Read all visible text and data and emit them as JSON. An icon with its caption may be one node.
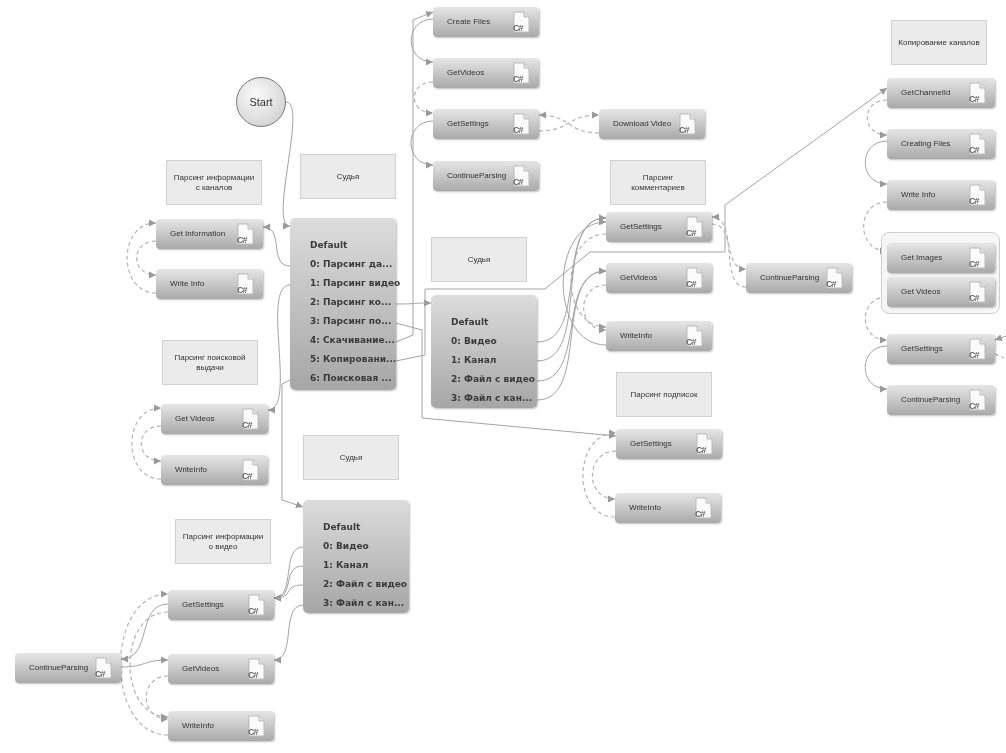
{
  "diagram": {
    "nodes": [
      {
        "text": [
          "Start"
        ]
      },
      {
        "text": [
          "Судья"
        ]
      },
      {
        "text": [
          "Парсинг информации с каналов"
        ]
      },
      {
        "text": [
          "Get Information",
          "C#"
        ]
      },
      {
        "text": [
          "Write Info",
          "C#"
        ]
      },
      {
        "text": [
          "Default",
          "0: Парсинг да...",
          "1: Парсинг видео",
          "2: Парсинг ко...",
          "3: Парсинг по...",
          "4: Скачивание...",
          "5: Копировани...",
          "6: Поисковая ..."
        ]
      },
      {
        "text": [
          "Парсинг поисковой выдачи"
        ]
      },
      {
        "text": [
          "Get Videos",
          "C#"
        ]
      },
      {
        "text": [
          "WriteInfo",
          "C#"
        ]
      },
      {
        "text": [
          "Судья"
        ]
      },
      {
        "text": [
          "Default",
          "0: Видео",
          "1: Канал",
          "2: Файл с видео",
          "3: Файл с кан..."
        ]
      },
      {
        "text": [
          "Парсинг информации о видео"
        ]
      },
      {
        "text": [
          "GetSettings",
          "C#"
        ]
      },
      {
        "text": [
          "ContinueParsing",
          "C#"
        ]
      },
      {
        "text": [
          "GetVideos",
          "C#"
        ]
      },
      {
        "text": [
          "WriteInfo",
          "C#"
        ]
      },
      {
        "text": [
          "Create Files",
          "C#"
        ]
      },
      {
        "text": [
          "GetVideos",
          "C#"
        ]
      },
      {
        "text": [
          "GetSettings",
          "C#"
        ]
      },
      {
        "text": [
          "Download Video",
          "C#"
        ]
      },
      {
        "text": [
          "ContinueParsing",
          "C#"
        ]
      },
      {
        "text": [
          "Судья"
        ]
      },
      {
        "text": [
          "Default",
          "0: Видео",
          "1: Канал",
          "2: Файл с видео",
          "3: Файл с кан..."
        ]
      },
      {
        "text": [
          "Парсинг комментариев"
        ]
      },
      {
        "text": [
          "GetSettings",
          "C#"
        ]
      },
      {
        "text": [
          "GetVideos",
          "C#"
        ]
      },
      {
        "text": [
          "WriteInfo",
          "C#"
        ]
      },
      {
        "text": [
          "ContinueParsing",
          "C#"
        ]
      },
      {
        "text": [
          "Парсинг подписок"
        ]
      },
      {
        "text": [
          "GetSettings",
          "C#"
        ]
      },
      {
        "text": [
          "WriteInfo",
          "C#"
        ]
      },
      {
        "text": [
          "Копирование каналов"
        ]
      },
      {
        "text": [
          "GetChannelId",
          "C#"
        ]
      },
      {
        "text": [
          "Creating Files",
          "C#"
        ]
      },
      {
        "text": [
          "Write Info",
          "C#"
        ]
      },
      {
        "text": [],
        "shape": "box"
      },
      {
        "text": [
          "Get Images",
          "C#"
        ],
        "in": 35
      },
      {
        "text": [
          "Get Videos",
          "C#"
        ],
        "in": 35
      },
      {
        "text": [
          "GetSettings",
          "C#"
        ]
      },
      {
        "text": [
          "ContinueParsing",
          "C#"
        ]
      }
    ],
    "edges": [
      {
        "from": 0,
        "to": 5,
        "arrow": "to"
      },
      {
        "from": 5,
        "to": 3,
        "arrow": "to"
      },
      {
        "from": 3,
        "to": 4,
        "arrow": "to",
        "style": "dashed"
      },
      {
        "from": 4,
        "to": 3,
        "arrow": "to",
        "style": "dashed"
      },
      {
        "from": 5,
        "to": 7,
        "arrow": "to"
      },
      {
        "from": 5,
        "to": 10,
        "arrow": "to"
      },
      {
        "from": 7,
        "to": 8,
        "arrow": "to",
        "style": "dashed"
      },
      {
        "from": 8,
        "to": 7,
        "arrow": "to",
        "style": "dashed"
      },
      {
        "from": 5,
        "to": 22,
        "arrow": "to"
      },
      {
        "from": 5,
        "to": 29,
        "arrow": "to"
      },
      {
        "from": 5,
        "to": 16,
        "arrow": "to"
      },
      {
        "from": 5,
        "to": 32,
        "arrow": "to"
      },
      {
        "from": 16,
        "to": 17,
        "arrow": "to"
      },
      {
        "from": 17,
        "to": 18,
        "arrow": "to",
        "style": "dashed"
      },
      {
        "from": 18,
        "to": 20,
        "arrow": "to"
      },
      {
        "from": 18,
        "to": 19,
        "arrow": "to",
        "style": "dashed"
      },
      {
        "from": 19,
        "to": 18,
        "arrow": "to",
        "style": "dashed"
      },
      {
        "from": 22,
        "to": 24,
        "arrow": "to"
      },
      {
        "from": 22,
        "to": 24,
        "arrow": "to"
      },
      {
        "from": 22,
        "to": 25,
        "arrow": "to"
      },
      {
        "from": 22,
        "to": 25,
        "arrow": "to"
      },
      {
        "from": 24,
        "to": 26,
        "arrow": "to",
        "style": "dashed"
      },
      {
        "from": 25,
        "to": 26,
        "arrow": "to",
        "style": "dashed"
      },
      {
        "from": 26,
        "to": 24,
        "arrow": "to"
      },
      {
        "from": 24,
        "to": 27,
        "arrow": "to",
        "style": "dashed"
      },
      {
        "from": 27,
        "to": 24,
        "arrow": "to",
        "style": "dashed"
      },
      {
        "from": 29,
        "to": 30,
        "arrow": "to",
        "style": "dashed"
      },
      {
        "from": 30,
        "to": 29,
        "arrow": "to",
        "style": "dashed"
      },
      {
        "from": 10,
        "to": 12,
        "arrow": "to"
      },
      {
        "from": 10,
        "to": 12,
        "arrow": "to"
      },
      {
        "from": 10,
        "to": 12,
        "arrow": "to"
      },
      {
        "from": 10,
        "to": 14,
        "arrow": "to"
      },
      {
        "from": 12,
        "to": 13,
        "arrow": "to"
      },
      {
        "from": 13,
        "to": 14,
        "arrow": "to"
      },
      {
        "from": 12,
        "to": 15,
        "arrow": "to",
        "style": "dashed"
      },
      {
        "from": 14,
        "to": 15,
        "arrow": "to",
        "style": "dashed"
      },
      {
        "from": 15,
        "to": 12,
        "arrow": "to",
        "style": "dashed"
      },
      {
        "from": 32,
        "to": 33,
        "arrow": "to",
        "style": "dashed"
      },
      {
        "from": 33,
        "to": 34,
        "arrow": "to"
      },
      {
        "from": 34,
        "to": 36,
        "arrow": "to",
        "style": "dashed"
      },
      {
        "from": 37,
        "to": 38,
        "arrow": "to",
        "style": "dashed"
      },
      {
        "from": 38,
        "to": 39,
        "arrow": "to"
      },
      {
        "from": null,
        "to": 38,
        "arrow": "to"
      },
      {
        "from": 38,
        "to": null,
        "arrow": "none",
        "style": "dashed"
      }
    ]
  }
}
